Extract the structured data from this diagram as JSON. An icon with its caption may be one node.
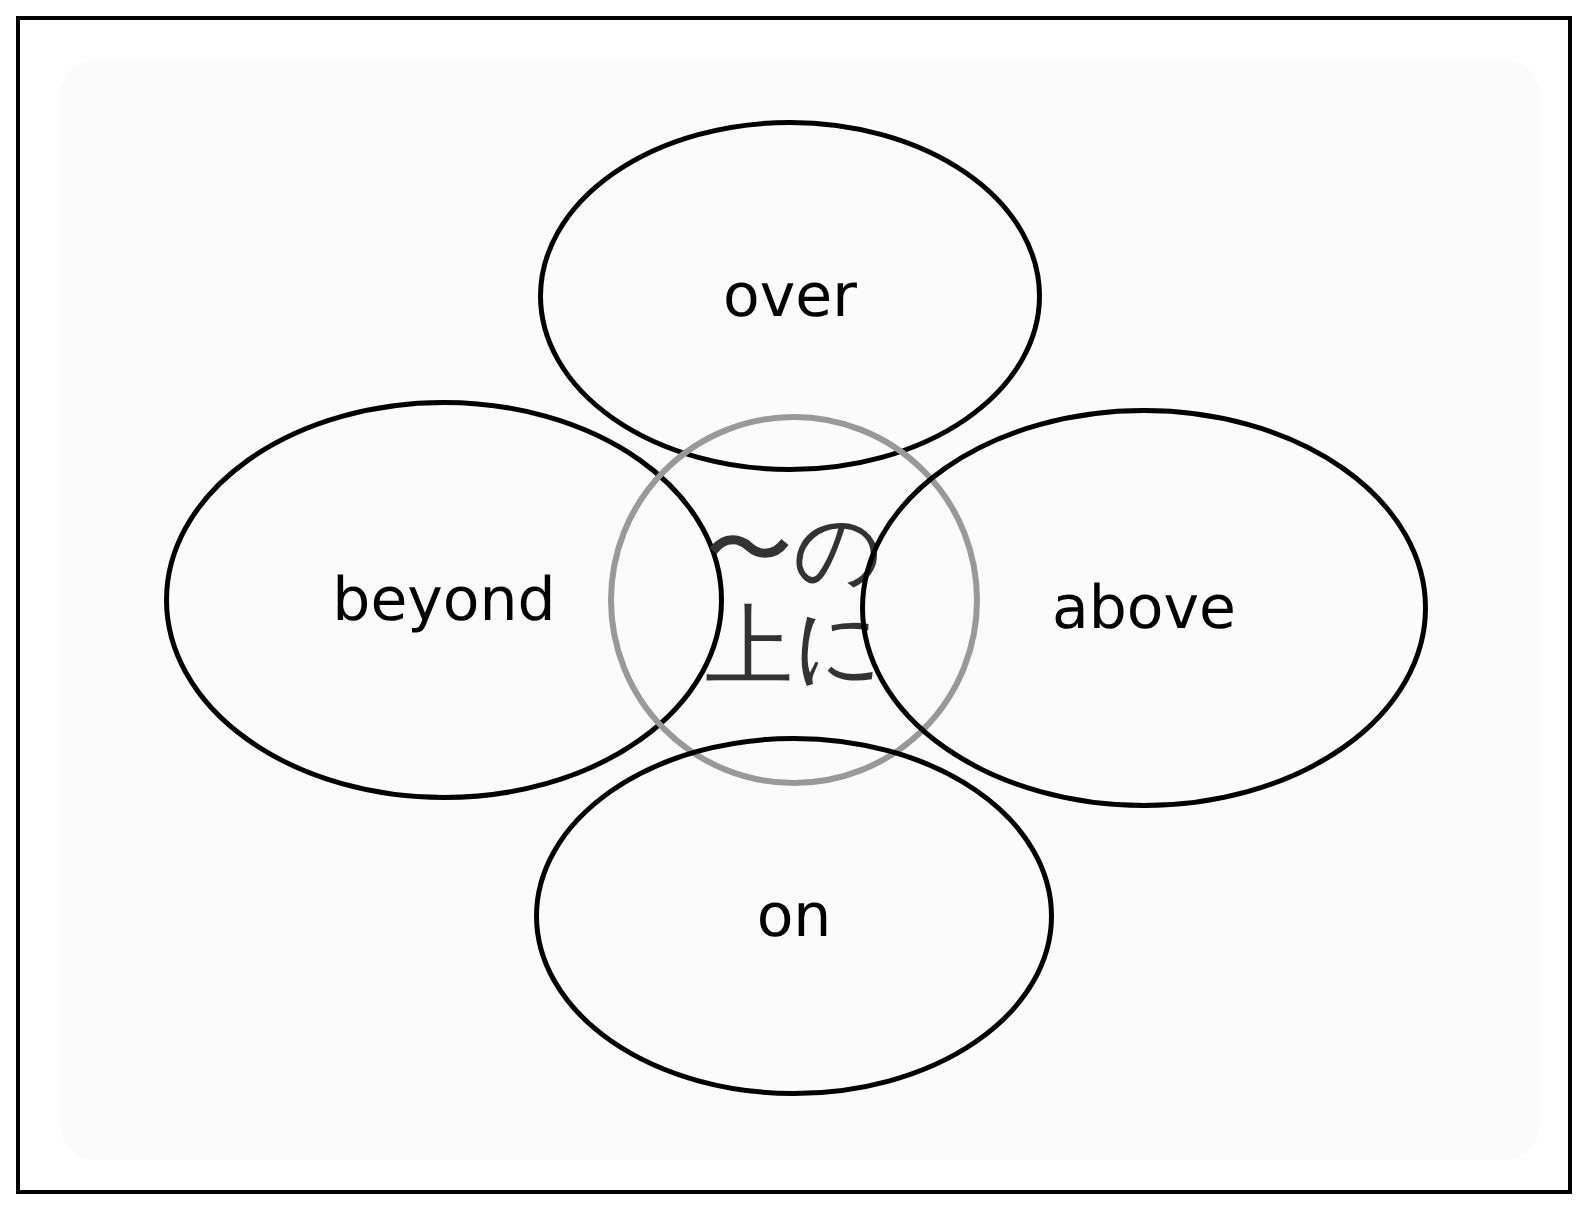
{
  "diagram": {
    "nodes": [
      {
        "text": [
          "over"
        ]
      },
      {
        "text": [
          "beyond"
        ]
      },
      {
        "text": [
          "〜の上に"
        ]
      },
      {
        "text": [
          "above"
        ]
      },
      {
        "text": [
          "on"
        ]
      }
    ]
  }
}
